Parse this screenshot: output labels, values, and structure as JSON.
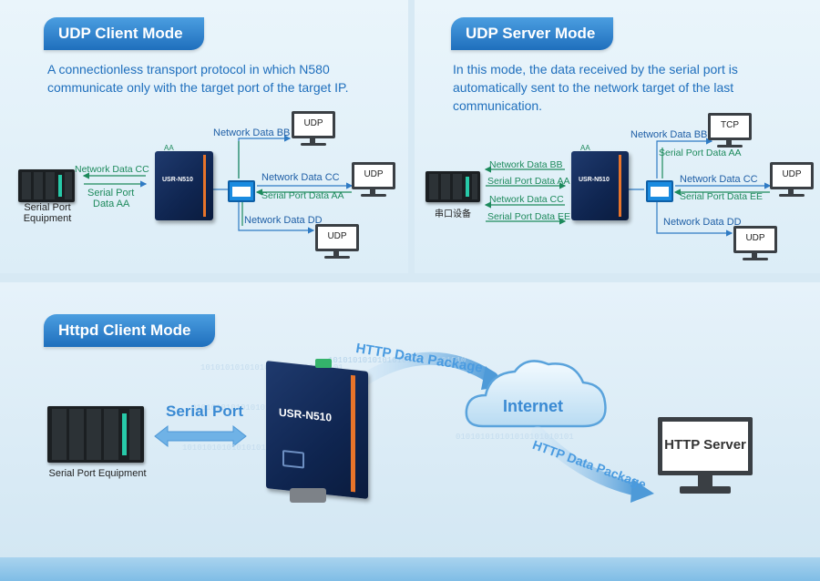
{
  "udp_client": {
    "title": "UDP Client Mode",
    "desc_line1": "A connectionless transport protocol in which N580",
    "desc_line2": "communicate only with the target port of the target IP.",
    "device_label": "USR-N510",
    "indicator": "AA",
    "serial_equipment_line1": "Serial Port",
    "serial_equipment_line2": "Equipment",
    "arrow_top": "Network Data CC",
    "arrow_bottom_line1": "Serial Port",
    "arrow_bottom_line2": "Data AA",
    "net_bb": "Network Data BB",
    "net_cc": "Network Data CC",
    "serial_aa": "Serial Port Data AA",
    "net_dd": "Network Data DD",
    "pc1": "UDP",
    "pc2": "UDP",
    "pc3": "UDP"
  },
  "udp_server": {
    "title": "UDP Server Mode",
    "desc_line1": "In this mode, the data received by the serial port is",
    "desc_line2": "automatically sent to the network target of the last",
    "desc_line3": "communication.",
    "device_label": "USR-N510",
    "indicator": "AA",
    "serial_equipment": "串口设备",
    "left_bb": "Network Data BB",
    "left_aa": "Serial Port Data AA",
    "left_cc": "Network Data CC",
    "left_ee": "Serial Port Data EE",
    "net_bb": "Network Data BB",
    "serial_aa": "Serial Port  Data AA",
    "net_cc": "Network Data CC",
    "serial_ee": "Serial Port  Data EE",
    "net_dd": "Network Data DD",
    "pc1": "TCP",
    "pc2": "UDP",
    "pc3": "UDP"
  },
  "httpd": {
    "title": "Httpd Client Mode",
    "serial_port": "Serial Port",
    "serial_equipment": "Serial Port Equipment",
    "device_label": "USR-N510",
    "http_pkg_top": "HTTP Data Package",
    "internet": "Internet",
    "http_pkg_bottom": "HTTP Data Package",
    "http_server": "HTTP Server"
  },
  "colors": {
    "title_tab": "#1f6fbd",
    "green_label": "#1d8a5c",
    "blue_label": "#1f5fa6",
    "device_body": "#0f2550",
    "accent_stripe": "#e8742a"
  }
}
